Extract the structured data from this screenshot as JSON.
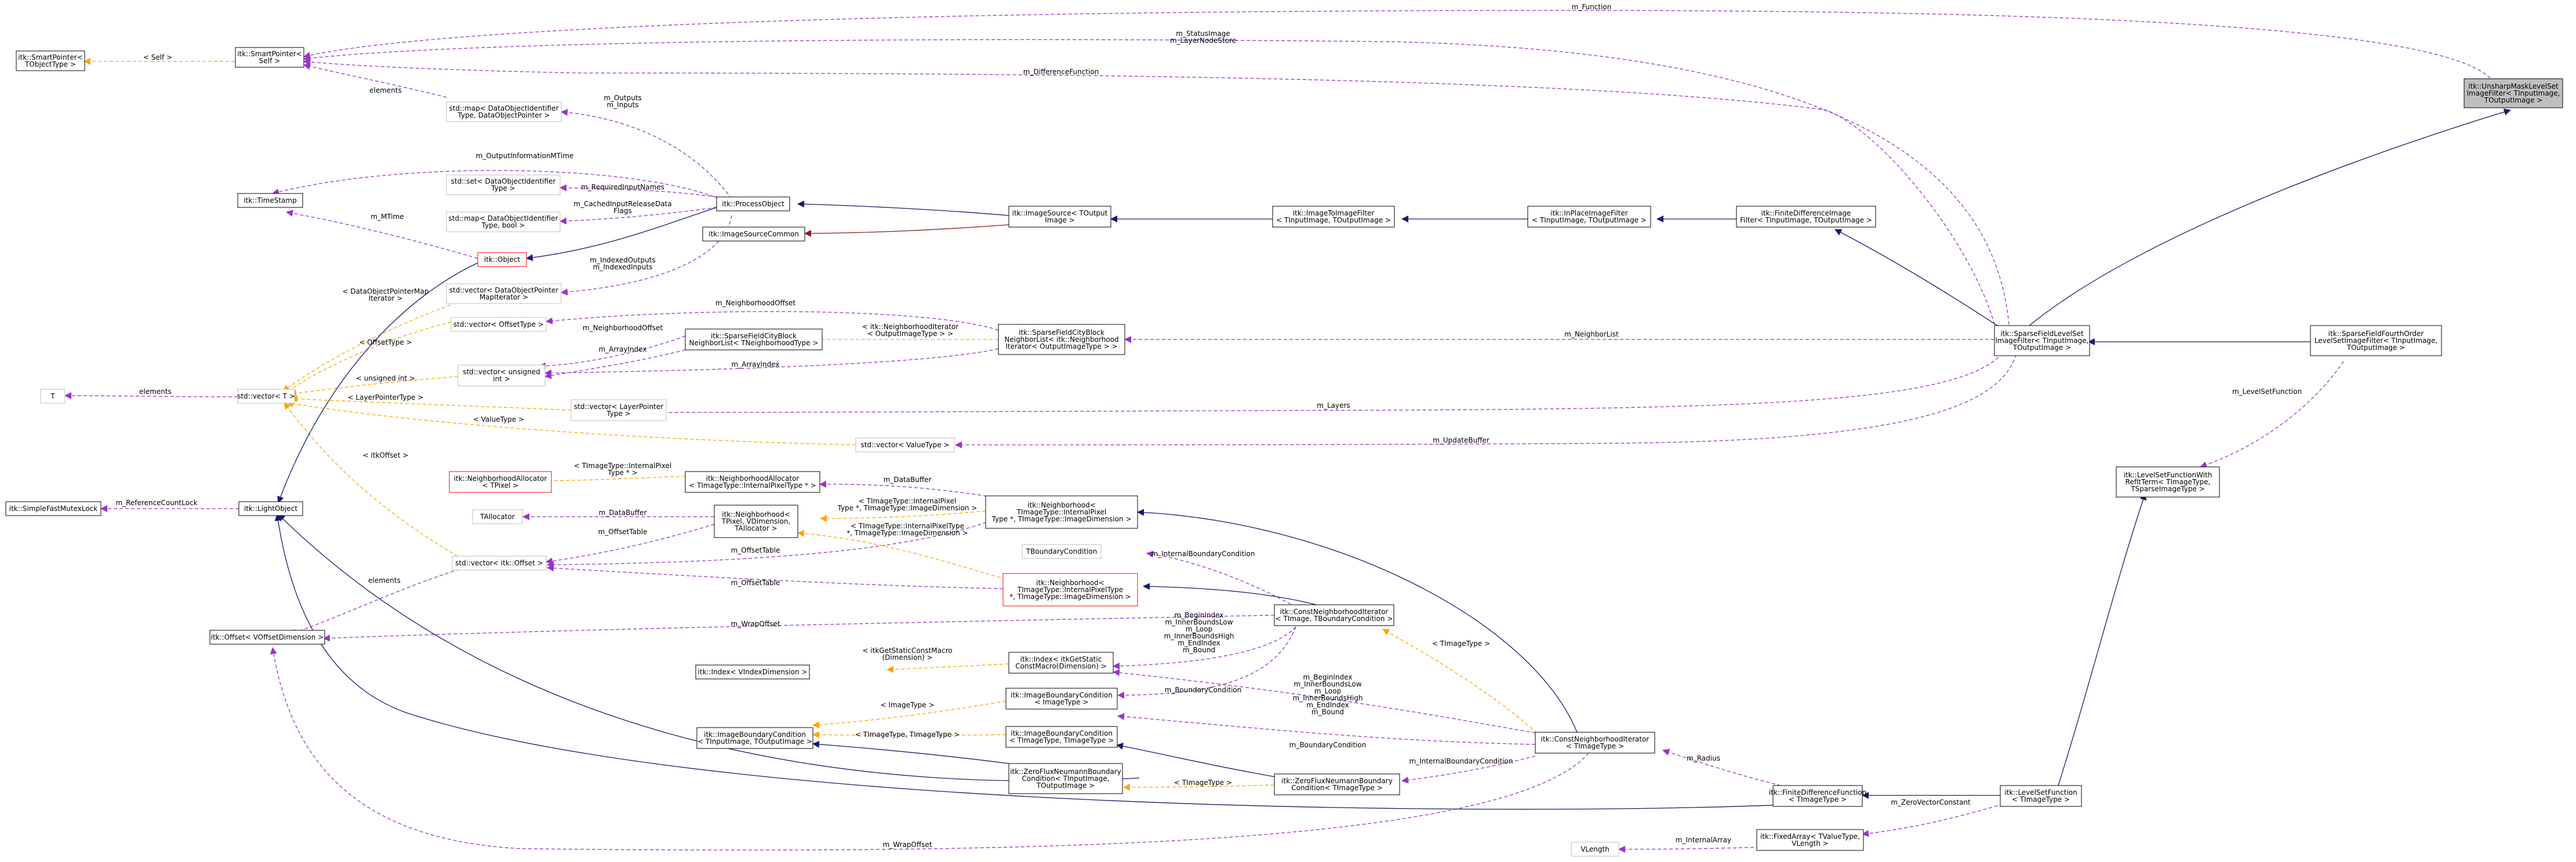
{
  "diagram": {
    "colors": {
      "inherit": "#191970",
      "usage": "#9a32cd",
      "template": "#ffa500",
      "private": "#8b1a1a",
      "node_border": "#000000",
      "node_border_light": "#bfbfbf",
      "node_border_red": "#ff0000",
      "focus_fill": "#bfbfbf"
    },
    "nodes": [
      {
        "id": "smartptr_self",
        "lines": [
          "itk::SmartPointer<",
          "Self >"
        ],
        "style": "normal"
      },
      {
        "id": "smartptr_tobj",
        "lines": [
          "itk::SmartPointer<",
          "TObjectType >"
        ],
        "style": "normal"
      },
      {
        "id": "stdmap_dataobj",
        "lines": [
          "std::map< DataObjectIdentifier",
          "Type, DataObjectPointer >"
        ],
        "style": "light"
      },
      {
        "id": "timestamp",
        "lines": [
          "itk::TimeStamp"
        ],
        "style": "normal"
      },
      {
        "id": "stdset_dataobj",
        "lines": [
          "std::set< DataObjectIdentifier",
          "Type >"
        ],
        "style": "light"
      },
      {
        "id": "stdmap_bool",
        "lines": [
          "std::map< DataObjectIdentifier",
          "Type, bool >"
        ],
        "style": "light"
      },
      {
        "id": "processobject",
        "lines": [
          "itk::ProcessObject"
        ],
        "style": "normal"
      },
      {
        "id": "object",
        "lines": [
          "itk::Object"
        ],
        "style": "red"
      },
      {
        "id": "imagesourcecommon",
        "lines": [
          "itk::ImageSourceCommon"
        ],
        "style": "normal"
      },
      {
        "id": "stdvec_dopmi",
        "lines": [
          "std::vector< DataObjectPointer",
          "MapIterator >"
        ],
        "style": "light"
      },
      {
        "id": "imagesource",
        "lines": [
          "itk::ImageSource< TOutput",
          "Image >"
        ],
        "style": "normal"
      },
      {
        "id": "imagetoimagefilter",
        "lines": [
          "itk::ImageToImageFilter",
          "< TInputImage, TOutputImage >"
        ],
        "style": "normal"
      },
      {
        "id": "inplaceimagefilter",
        "lines": [
          "itk::InPlaceImageFilter",
          "< TInputImage, TOutputImage >"
        ],
        "style": "normal"
      },
      {
        "id": "finitediffimagefilter",
        "lines": [
          "itk::FiniteDifferenceImage",
          "Filter< TInputImage, TOutputImage >"
        ],
        "style": "normal"
      },
      {
        "id": "unsharpmask",
        "lines": [
          "itk::UnsharpMaskLevelSet",
          "ImageFilter< TInputImage,",
          "TOutputImage >"
        ],
        "style": "focus"
      },
      {
        "id": "stdvec_offsettype",
        "lines": [
          "std::vector< OffsetType >"
        ],
        "style": "light"
      },
      {
        "id": "sfcblock_neighlist",
        "lines": [
          "itk::SparseFieldCityBlock",
          "NeighborList< TNeighborhoodType >"
        ],
        "style": "normal"
      },
      {
        "id": "sfcblock_long",
        "lines": [
          "itk::SparseFieldCityBlock",
          "NeighborList< itk::Neighborhood",
          "Iterator< OutputImageType > >"
        ],
        "style": "normal"
      },
      {
        "id": "sparsefieldlevelset",
        "lines": [
          "itk::SparseFieldLevelSet",
          "ImageFilter< TInputImage,",
          "TOutputImage >"
        ],
        "style": "normal"
      },
      {
        "id": "sparsefieldfourth",
        "lines": [
          "itk::SparseFieldFourthOrder",
          "LevelSetImageFilter< TInputImage,",
          "TOutputImage >"
        ],
        "style": "normal"
      },
      {
        "id": "t",
        "lines": [
          "T"
        ],
        "style": "light"
      },
      {
        "id": "stdvec_t",
        "lines": [
          "std::vector< T >"
        ],
        "style": "light"
      },
      {
        "id": "stdvec_uint",
        "lines": [
          "std::vector< unsigned",
          "int >"
        ],
        "style": "light"
      },
      {
        "id": "stdvec_layerptr",
        "lines": [
          "std::vector< LayerPointer",
          "Type >"
        ],
        "style": "light"
      },
      {
        "id": "stdvec_valuetype",
        "lines": [
          "std::vector< ValueType >"
        ],
        "style": "light"
      },
      {
        "id": "levelsetfuncwithrefterm",
        "lines": [
          "itk::LevelSetFunctionWith",
          "RefitTerm< TImageType,",
          "TSparseImageType >"
        ],
        "style": "normal"
      },
      {
        "id": "neighalloc_red",
        "lines": [
          "itk::NeighborhoodAllocator",
          "< TPixel >"
        ],
        "style": "red"
      },
      {
        "id": "neighalloc",
        "lines": [
          "itk::NeighborhoodAllocator",
          "< TImageType::InternalPixelType * >"
        ],
        "style": "normal"
      },
      {
        "id": "simplefastmutexlock",
        "lines": [
          "itk::SimpleFastMutexLock"
        ],
        "style": "normal"
      },
      {
        "id": "lightobject",
        "lines": [
          "itk::LightObject"
        ],
        "style": "normal"
      },
      {
        "id": "tallocator",
        "lines": [
          "TAllocator"
        ],
        "style": "light"
      },
      {
        "id": "neighborhood_tpixel",
        "lines": [
          "itk::Neighborhood<",
          "TPixel, VDimension,",
          "TAllocator >"
        ],
        "style": "normal"
      },
      {
        "id": "neighborhood_internal",
        "lines": [
          "itk::Neighborhood<",
          "TImageType::InternalPixel",
          "Type *, TImageType::ImageDimension >"
        ],
        "style": "normal"
      },
      {
        "id": "stdvec_offset",
        "lines": [
          "std::vector< itk::Offset >"
        ],
        "style": "light"
      },
      {
        "id": "tboundarycondition",
        "lines": [
          "TBoundaryCondition"
        ],
        "style": "light"
      },
      {
        "id": "neighborhood_red",
        "lines": [
          "itk::Neighborhood<",
          "TImageType::InternalPixelType",
          "*, TImageType::ImageDimension >"
        ],
        "style": "red"
      },
      {
        "id": "offset_vdim",
        "lines": [
          "itk::Offset< VOffsetDimension >"
        ],
        "style": "normal"
      },
      {
        "id": "constneighiter_tb",
        "lines": [
          "itk::ConstNeighborhoodIterator",
          "< TImage, TBoundaryCondition >"
        ],
        "style": "normal"
      },
      {
        "id": "index_vdim",
        "lines": [
          "itk::Index< VIndexDimension >"
        ],
        "style": "normal"
      },
      {
        "id": "index_getstatic",
        "lines": [
          "itk::Index< itkGetStatic",
          "ConstMacro(Dimension) >"
        ],
        "style": "normal"
      },
      {
        "id": "imageboundarycond_img",
        "lines": [
          "itk::ImageBoundaryCondition",
          "< ImageType >"
        ],
        "style": "normal"
      },
      {
        "id": "imageboundarycond_in_out",
        "lines": [
          "itk::ImageBoundaryCondition",
          "< TInputImage, TOutputImage >"
        ],
        "style": "normal"
      },
      {
        "id": "imageboundarycond_tt",
        "lines": [
          "itk::ImageBoundaryCondition",
          "< TImageType, TImageType >"
        ],
        "style": "normal"
      },
      {
        "id": "constneighiter_timagetype",
        "lines": [
          "itk::ConstNeighborhoodIterator",
          "< TImageType >"
        ],
        "style": "normal"
      },
      {
        "id": "zeroflux_in_out",
        "lines": [
          "itk::ZeroFluxNeumannBoundary",
          "Condition< TInputImage,",
          "TOutputImage >"
        ],
        "style": "normal"
      },
      {
        "id": "zeroflux_timagetype",
        "lines": [
          "itk::ZeroFluxNeumannBoundary",
          "Condition< TImageType >"
        ],
        "style": "normal"
      },
      {
        "id": "finitedifffunction",
        "lines": [
          "itk::FiniteDifferenceFunction",
          "< TImageType >"
        ],
        "style": "normal"
      },
      {
        "id": "levelsetfunction",
        "lines": [
          "itk::LevelSetFunction",
          "< TImageType >"
        ],
        "style": "normal"
      },
      {
        "id": "vlength",
        "lines": [
          "VLength"
        ],
        "style": "light"
      },
      {
        "id": "fixedarray",
        "lines": [
          "itk::FixedArray< TValueType,",
          "VLength >"
        ],
        "style": "normal"
      }
    ],
    "edge_labels": [
      {
        "id": "lbl_function",
        "lines": [
          "m_Function"
        ]
      },
      {
        "id": "lbl_status",
        "lines": [
          "m_StatusImage",
          "m_LayerNodeStore"
        ]
      },
      {
        "id": "lbl_difffunc",
        "lines": [
          "m_DifferenceFunction"
        ]
      },
      {
        "id": "lbl_self",
        "lines": [
          "< Self >"
        ]
      },
      {
        "id": "lbl_elements1",
        "lines": [
          "elements"
        ]
      },
      {
        "id": "lbl_outputs",
        "lines": [
          "m_Outputs",
          "m_Inputs"
        ]
      },
      {
        "id": "lbl_outinfo",
        "lines": [
          "m_OutputInformationMTime"
        ]
      },
      {
        "id": "lbl_reqinput",
        "lines": [
          "m_RequiredInputNames"
        ]
      },
      {
        "id": "lbl_cached",
        "lines": [
          "m_CachedInputReleaseData",
          "Flags"
        ]
      },
      {
        "id": "lbl_mtime",
        "lines": [
          "m_MTime"
        ]
      },
      {
        "id": "lbl_indexed",
        "lines": [
          "m_IndexedOutputs",
          "m_IndexedInputs"
        ]
      },
      {
        "id": "lbl_dopmi",
        "lines": [
          "< DataObjectPointerMap",
          "Iterator >"
        ]
      },
      {
        "id": "lbl_neighoffset_top",
        "lines": [
          "m_NeighborhoodOffset"
        ]
      },
      {
        "id": "lbl_neighoffset",
        "lines": [
          "m_NeighborhoodOffset"
        ]
      },
      {
        "id": "lbl_offsettype",
        "lines": [
          "< OffsetType >"
        ]
      },
      {
        "id": "lbl_neighiter",
        "lines": [
          "< itk::NeighborhoodIterator",
          "< OutputImageType > >"
        ]
      },
      {
        "id": "lbl_arrayindex1",
        "lines": [
          "m_ArrayIndex"
        ]
      },
      {
        "id": "lbl_arrayindex2",
        "lines": [
          "m_ArrayIndex"
        ]
      },
      {
        "id": "lbl_neighlist",
        "lines": [
          "m_NeighborList"
        ]
      },
      {
        "id": "lbl_elements2",
        "lines": [
          "elements"
        ]
      },
      {
        "id": "lbl_uint",
        "lines": [
          "< unsigned int >"
        ]
      },
      {
        "id": "lbl_layerptr",
        "lines": [
          "< LayerPointerType >"
        ]
      },
      {
        "id": "lbl_layers",
        "lines": [
          "m_Layers"
        ]
      },
      {
        "id": "lbl_valuetype",
        "lines": [
          "< ValueType >"
        ]
      },
      {
        "id": "lbl_updatebuffer",
        "lines": [
          "m_UpdateBuffer"
        ]
      },
      {
        "id": "lbl_levelsetfunc",
        "lines": [
          "m_LevelSetFunction"
        ]
      },
      {
        "id": "lbl_itkoffset",
        "lines": [
          "< itkOffset >"
        ]
      },
      {
        "id": "lbl_internalpixel",
        "lines": [
          "< TImageType::InternalPixel",
          "Type * >"
        ]
      },
      {
        "id": "lbl_databuffer1",
        "lines": [
          "m_DataBuffer"
        ]
      },
      {
        "id": "lbl_refcountlock",
        "lines": [
          "m_ReferenceCountLock"
        ]
      },
      {
        "id": "lbl_databuffer2",
        "lines": [
          "m_DataBuffer"
        ]
      },
      {
        "id": "lbl_offsettable1",
        "lines": [
          "m_OffsetTable"
        ]
      },
      {
        "id": "lbl_internalpixel2",
        "lines": [
          "< TImageType::InternalPixel",
          "Type *, TImageType::ImageDimension >"
        ]
      },
      {
        "id": "lbl_internalpixel3",
        "lines": [
          "< TImageType::InternalPixelType",
          "*, TImageType::ImageDimension >"
        ]
      },
      {
        "id": "lbl_offsettable2",
        "lines": [
          "m_OffsetTable"
        ]
      },
      {
        "id": "lbl_offsettable3",
        "lines": [
          "m_OffsetTable"
        ]
      },
      {
        "id": "lbl_elements3",
        "lines": [
          "elements"
        ]
      },
      {
        "id": "lbl_internalbc1",
        "lines": [
          "m_InternalBoundaryCondition"
        ]
      },
      {
        "id": "lbl_wrapoffset1",
        "lines": [
          "m_WrapOffset"
        ]
      },
      {
        "id": "lbl_beginindex1",
        "lines": [
          "m_BeginIndex",
          "m_InnerBoundsLow",
          "m_Loop",
          "m_InnerBoundsHigh",
          "m_EndIndex",
          "m_Bound"
        ]
      },
      {
        "id": "lbl_getstatic",
        "lines": [
          "< itkGetStaticConstMacro",
          "(Dimension) >"
        ]
      },
      {
        "id": "lbl_timagetype1",
        "lines": [
          "< TImageType >"
        ]
      },
      {
        "id": "lbl_boundarycond1",
        "lines": [
          "m_BoundaryCondition"
        ]
      },
      {
        "id": "lbl_beginindex2",
        "lines": [
          "m_BeginIndex",
          "m_InnerBoundsLow",
          "m_Loop",
          "m_InnerBoundsHigh",
          "m_EndIndex",
          "m_Bound"
        ]
      },
      {
        "id": "lbl_imagetype",
        "lines": [
          "< ImageType >"
        ]
      },
      {
        "id": "lbl_boundarycond2",
        "lines": [
          "m_BoundaryCondition"
        ]
      },
      {
        "id": "lbl_ttype",
        "lines": [
          "< TImageType, TImageType >"
        ]
      },
      {
        "id": "lbl_internalbc2",
        "lines": [
          "m_InternalBoundaryCondition"
        ]
      },
      {
        "id": "lbl_radius",
        "lines": [
          "m_Radius"
        ]
      },
      {
        "id": "lbl_timagetype2",
        "lines": [
          "< TImageType >"
        ]
      },
      {
        "id": "lbl_zerovector",
        "lines": [
          "m_ZeroVectorConstant"
        ]
      },
      {
        "id": "lbl_wrapoffset2",
        "lines": [
          "m_WrapOffset"
        ]
      },
      {
        "id": "lbl_internalarray",
        "lines": [
          "m_InternalArray"
        ]
      }
    ]
  }
}
